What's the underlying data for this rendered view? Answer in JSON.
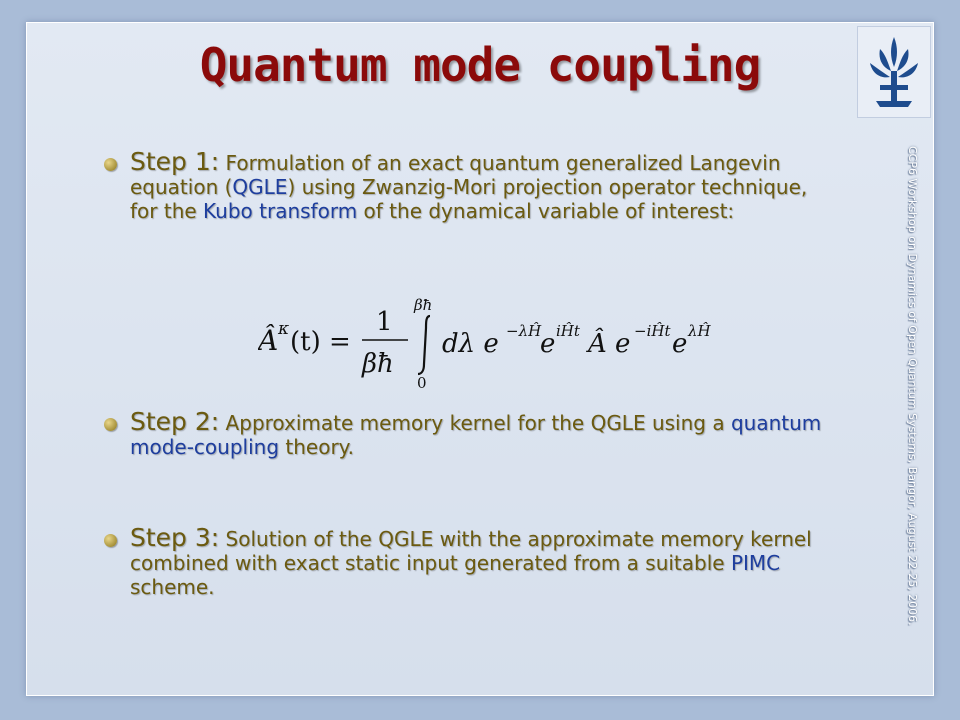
{
  "slide": {
    "title": "Quantum mode coupling",
    "side_caption": "CCP6 Workshop on Dynamics of Open Quantum Systems, Bangor, August 22-25, 2006.",
    "bullets": [
      {
        "lead": "Step 1:",
        "p1": " Formulation of an exact quantum generalized Langevin equation (",
        "hl1": "QGLE",
        "p2": ") using Zwanzig-Mori projection operator technique, for the ",
        "hl2": "Kubo transform",
        "p3": " of the dynamical variable of interest:"
      },
      {
        "lead": "Step 2:",
        "p1": " Approximate memory kernel for the QGLE using a ",
        "hl1": "quantum mode-coupling",
        "p2": " theory."
      },
      {
        "lead": "Step 3:",
        "p1": " Solution of the QGLE with the approximate memory kernel combined with exact static input generated from a suitable ",
        "hl1": "PIMC",
        "p2": " scheme."
      }
    ],
    "formula": {
      "lhs": "Â",
      "kappa": "κ",
      "arg": "(t) =",
      "numerator": "1",
      "denominator": "βħ",
      "upper": "βħ",
      "lower": "0",
      "integrand": "dλ e",
      "e1": "−λĤ",
      "e2": "iĤt",
      "mid": "Â e",
      "e3": "−iĤt",
      "e4": "λĤ",
      "base": "e"
    }
  },
  "colors": {
    "title": "#8b0a0a",
    "text": "#6b5a10",
    "highlight": "#1e3e9e",
    "background": "#a9bcd7"
  },
  "icons": {
    "logo": "university-emblem-icon",
    "bullet": "round-bullet-icon"
  }
}
